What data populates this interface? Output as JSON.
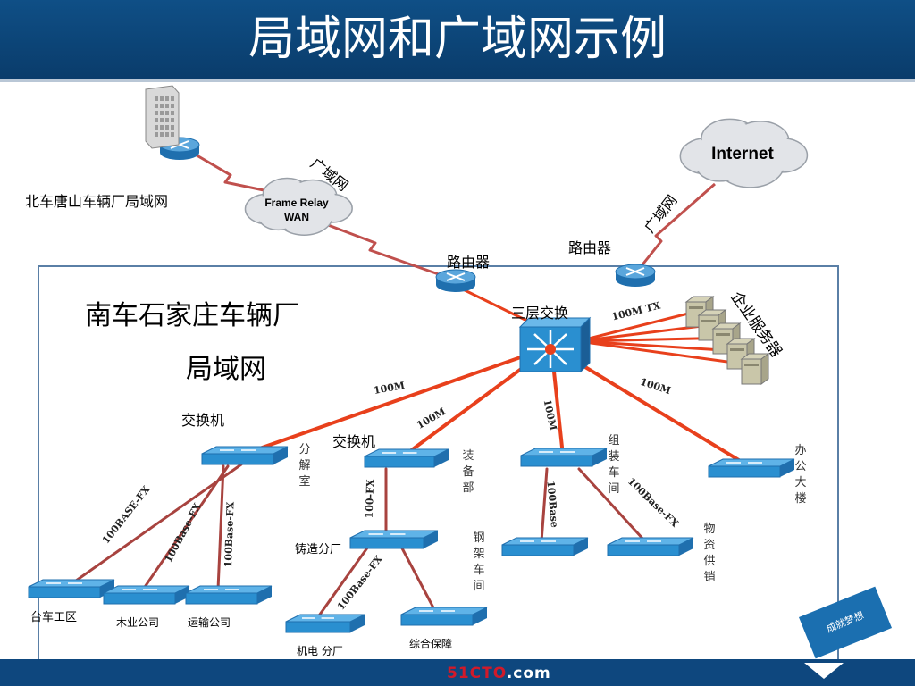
{
  "title": "局域网和广域网示例",
  "watermark": {
    "red": "51CTO",
    "white": ".com"
  },
  "north_lan_label": "北车唐山车辆厂局域网",
  "frame_relay": {
    "line1": "Frame Relay",
    "line2": "WAN"
  },
  "internet_label": "Internet",
  "wan_label_left": "广域网",
  "wan_label_right": "广域网",
  "router_label_center": "路由器",
  "router_label_right": "路由器",
  "south_lan_title_line1": "南车石家庄车辆厂",
  "south_lan_title_line2": "局域网",
  "core_switch_label": "三层交换",
  "enterprise_servers_label": "企业服务器",
  "switch_label_1": "交换机",
  "switch_label_2": "交换机",
  "vertical_labels": {
    "fenjieshi": "分解室",
    "zhuangbeibu": "装备部",
    "zuzhuang": "组装车间",
    "bangong": "办公大楼",
    "gangjia": "钢架车间",
    "wuzi": "物资供销"
  },
  "node_labels": {
    "zhuzao": "铸造分厂",
    "taiche": "台车工区",
    "muye": "木业公司",
    "yunshu": "运输公司",
    "jidian": "机电 分厂",
    "zonghe": "综合保障"
  },
  "link_labels": {
    "l100M_a": "100M",
    "l100M_b": "100M",
    "l100M_c": "100M",
    "l100M_d": "100M",
    "l100M_tx": "100M TX",
    "fx1": "100BASE-FX",
    "fx2": "100Base-FX",
    "fx3": "100Base-FX",
    "fx4": "100-FX",
    "fx5": "100Base-FX",
    "fx6": "100Base",
    "fx7": "100Base-FX"
  },
  "promo_text": "成就梦想",
  "colors": {
    "title_bg": "#0a3c6b",
    "fast_link": "#e8401c",
    "fiber_link": "#a8433f",
    "switch": "#2a8fd0"
  }
}
